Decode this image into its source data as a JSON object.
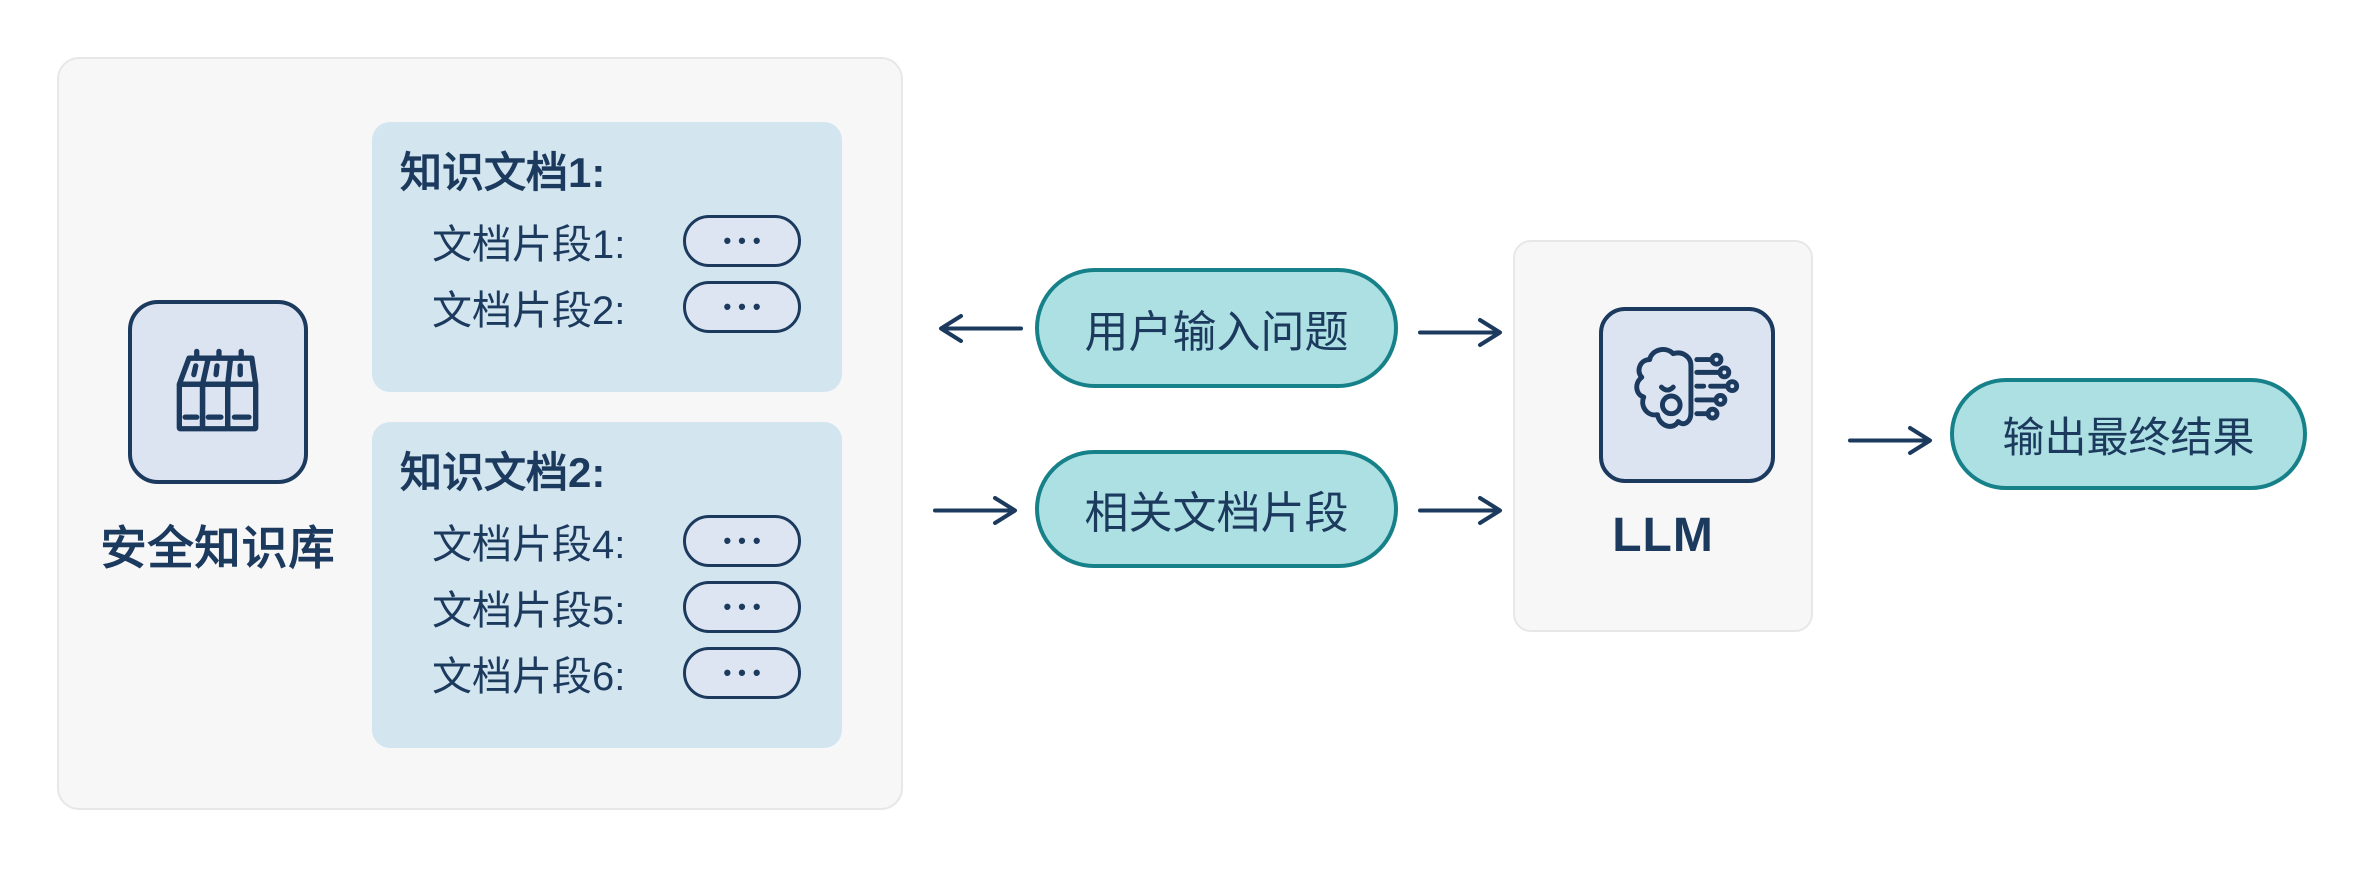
{
  "colors": {
    "navy": "#1b3a5e",
    "teal_fill": "#ade0e2",
    "teal_border": "#17818a",
    "doc_box_blue": "#d3e5ef",
    "chip_fill": "#dee5f2",
    "icon_square_fill": "#dce4f2",
    "panel_bg": "#f7f7f8",
    "panel_border": "#e7e7e9"
  },
  "knowledge_base": {
    "label": "安全知识库",
    "icon": "library-books-icon",
    "documents": [
      {
        "title": "知识文档1:",
        "fragments": [
          {
            "label": "文档片段1:",
            "value": "•••"
          },
          {
            "label": "文档片段2:",
            "value": "•••"
          }
        ]
      },
      {
        "title": "知识文档2:",
        "fragments": [
          {
            "label": "文档片段4:",
            "value": "•••"
          },
          {
            "label": "文档片段5:",
            "value": "•••"
          },
          {
            "label": "文档片段6:",
            "value": "•••"
          }
        ]
      }
    ]
  },
  "pills": {
    "user_query": "用户输入问题",
    "related_fragments": "相关文档片段",
    "final_output": "输出最终结果"
  },
  "llm": {
    "label": "LLM",
    "icon": "ai-brain-circuit-icon"
  }
}
